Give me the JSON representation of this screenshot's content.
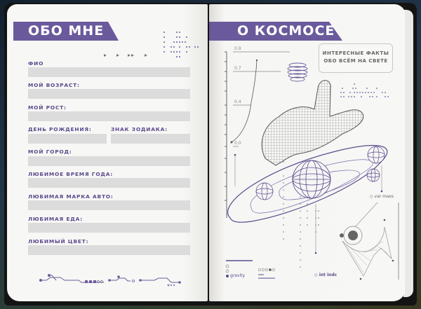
{
  "left_page": {
    "title": "ОБО МНЕ",
    "fields": [
      {
        "label": "ФИО",
        "value": ""
      },
      {
        "label": "МОЙ ВОЗРАСТ:",
        "value": ""
      },
      {
        "label": "МОЙ РОСТ:",
        "value": ""
      },
      {
        "label": "ДЕНЬ РОЖДЕНИЯ:",
        "value": ""
      },
      {
        "label": "ЗНАК ЗОДИАКА:",
        "value": ""
      },
      {
        "label": "МОЙ ГОРОД:",
        "value": ""
      },
      {
        "label": "ЛЮБИМОЕ ВРЕМЯ ГОДА:",
        "value": ""
      },
      {
        "label": "ЛЮБИМАЯ МАРКА АВТО:",
        "value": ""
      },
      {
        "label": "ЛЮБИМАЯ ЕДА:",
        "value": ""
      },
      {
        "label": "ЛЮБИМЫЙ ЦВЕТ:",
        "value": ""
      }
    ]
  },
  "right_page": {
    "title": "О КОСМОСЕ",
    "bubble_text_line1": "ИНТЕРЕСНЫЕ ФАКТЫ",
    "bubble_text_line2": "ОБО ВСЁМ НА СВЕТЕ",
    "axis_ticks": [
      "0.9",
      "0.7",
      "0.4",
      "0.0"
    ],
    "var_label": "var mass",
    "int_label": "int indc",
    "legend_label": "gravity"
  },
  "colors": {
    "accent": "#6a5a9c",
    "label": "#5b4a8d",
    "field": "#dcdcdd",
    "page": "#f6f6f4"
  }
}
